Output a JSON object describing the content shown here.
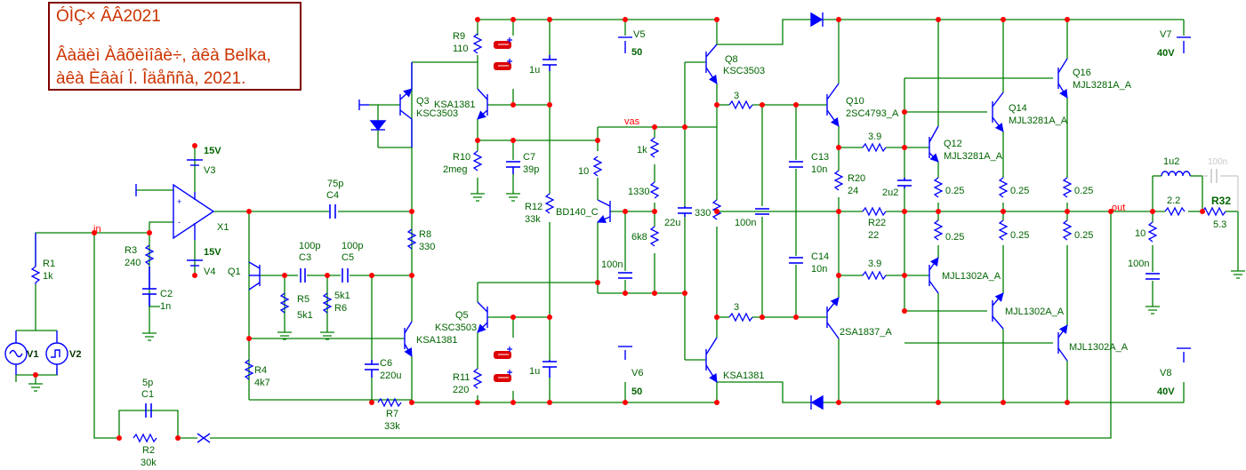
{
  "title": {
    "line1": "ÓÌÇ× ÂÂ2021",
    "line2": "Âàäèì Àâõèìîâè÷, àêà Belka,",
    "line3": "àêà Èâàí Ï. Îäåññà, 2021."
  },
  "nets": {
    "in": "in",
    "vas": "vas",
    "out": "out"
  },
  "labels": {
    "V1": "V1",
    "V2": "V2",
    "V3": "V3",
    "V4": "V4",
    "V5": "V5",
    "V6": "V6",
    "V7": "V7",
    "V8": "V8",
    "V3_val": "15V",
    "V4_val": "15V",
    "V5_val": "50",
    "V6_val": "50",
    "V7_val": "40V",
    "V8_val": "40V",
    "X1": "X1",
    "R1": "R1",
    "R1_val": "1k",
    "R2": "R2",
    "R2_val": "30k",
    "R3": "R3",
    "R3_val": "240",
    "R4": "R4",
    "R4_val": "4k7",
    "R5": "R5",
    "R5_val": "5k1",
    "R6": "R6",
    "R6_val": "5k1",
    "R7": "R7",
    "R7_val": "33k",
    "R8": "R8",
    "R8_val": "330",
    "R9": "R9",
    "R9_val": "110",
    "R10": "R10",
    "R10_val": "2meg",
    "R11": "R11",
    "R11_val": "220",
    "R12": "R12",
    "R12_val": "33k",
    "R20": "R20",
    "R20_val": "24",
    "R22": "R22",
    "R22_val": "22",
    "R32": "R32",
    "R32_val": "5.3",
    "C1": "C1",
    "C1_val": "5p",
    "C2": "C2",
    "C2_val": "1n",
    "C3": "C3",
    "C3_val": "100p",
    "C4": "C4",
    "C4_val": "75p",
    "C5": "C5",
    "C5_val": "100p",
    "C6": "C6",
    "C6_val": "220u",
    "C7": "C7",
    "C7_val": "39p",
    "C13": "C13",
    "C13_val": "10n",
    "C14": "C14",
    "C14_val": "10n",
    "Q1": "Q1",
    "Q3": "Q3",
    "Q5": "Q5",
    "Q8": "Q8",
    "Q10": "Q10",
    "Q12": "Q12",
    "Q14": "Q14",
    "Q16": "Q16",
    "KSA1381_a": "KSA1381",
    "KSC3503_q3": "KSC3503",
    "KSA1381_b": "KSA1381",
    "KSC3503_q5": "KSC3503",
    "KSC3503_q8": "KSC3503",
    "KSA1381_c": "KSA1381",
    "BD140": "BD140_C",
    "Q10_part": "2SC4793_A",
    "Q12_part": "MJL3281A_A",
    "Q14_part": "MJL3281A_A",
    "Q16_part": "MJL3281A_A",
    "SA1837": "2SA1837_A",
    "MJL1302_1": "MJL1302A_A",
    "MJL1302_2": "MJL1302A_A",
    "MJL1302_3": "MJL1302A_A",
    "v_1u_a": "1u",
    "v_1u_b": "1u",
    "v_10": "10",
    "v_1k": "1k",
    "v_1330": "1330",
    "v_6k8": "6k8",
    "v_100n_a": "100n",
    "v_22u": "22u",
    "v_330": "330",
    "v_100n_b": "100n",
    "v_3_a": "3",
    "v_3_b": "3",
    "v_3_9a": "3.9",
    "v_3_9b": "3.9",
    "v_2u2": "2u2",
    "v_025a": "0.25",
    "v_025b": "0.25",
    "v_025c": "0.25",
    "v_025d": "0.25",
    "v_025e": "0.25",
    "v_025f": "0.25",
    "v_1u2": "1u2",
    "v_100n_gray": "100n",
    "v_2_2": "2.2",
    "v_10b": "10",
    "v_100n_c": "100n"
  },
  "colors": {
    "wire": "#008000",
    "part": "#0000ff",
    "text": "#006400",
    "node": "#ff0000",
    "net": "#ff0000",
    "title": "#cc3300"
  }
}
